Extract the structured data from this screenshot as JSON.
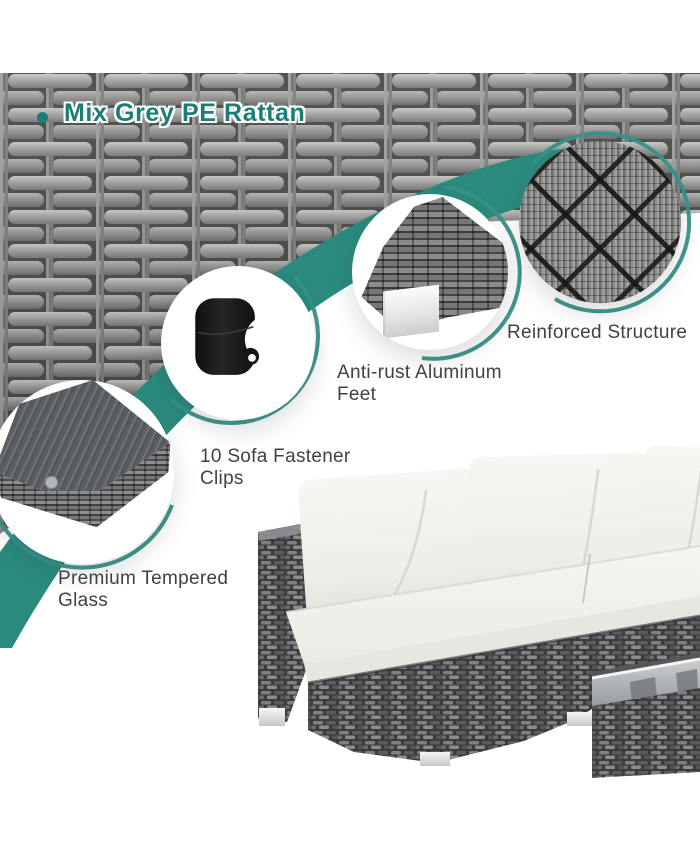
{
  "callouts": {
    "headline": "Mix Grey PE Rattan",
    "features": [
      {
        "key": "reinforced-structure",
        "label": "Reinforced Structure"
      },
      {
        "key": "anti-rust-aluminum-feet",
        "label": "Anti-rust Aluminum Feet"
      },
      {
        "key": "sofa-fastener-clips",
        "label": "10 Sofa Fastener Clips"
      },
      {
        "key": "premium-tempered-glass",
        "label": "Premium Tempered Glass"
      }
    ]
  },
  "colors": {
    "accent_teal": "#2a8a7e",
    "headline_teal": "#1c7d76",
    "label_text": "#414143",
    "rattan_grey": "#9d9d9b",
    "cushion_white": "#f4f3ef",
    "aluminum_foot": "#e6e6e4",
    "clip_black": "#161616"
  }
}
